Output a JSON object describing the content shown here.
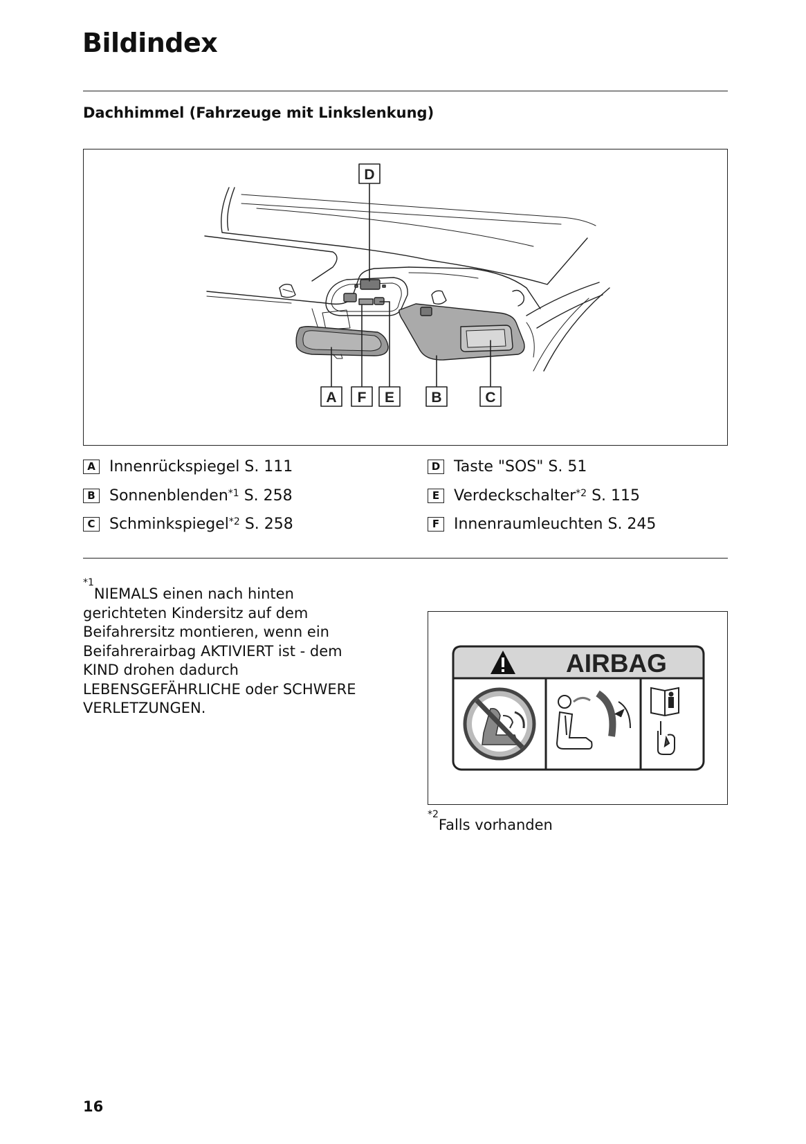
{
  "header": {
    "title": "Bildindex"
  },
  "section": {
    "title": "Dachhimmel (Fahrzeuge mit Linkslenkung)"
  },
  "figure": {
    "callouts": {
      "a": "A",
      "b": "B",
      "c": "C",
      "d": "D",
      "e": "E",
      "f": "F"
    }
  },
  "legend": {
    "left": [
      {
        "key": "A",
        "text": "Innenrückspiegel S. 111",
        "sup": ""
      },
      {
        "key": "B",
        "text": "Sonnenblenden",
        "sup": "*1",
        "page": " S. 258"
      },
      {
        "key": "C",
        "text": "Schminkspiegel",
        "sup": "*2",
        "page": " S. 258"
      }
    ],
    "right": [
      {
        "key": "D",
        "text": "Taste \"SOS\" S. 51",
        "sup": ""
      },
      {
        "key": "E",
        "text": "Verdeckschalter",
        "sup": "*2",
        "page": " S. 115"
      },
      {
        "key": "F",
        "text": "Innenraumleuchten S. 245",
        "sup": ""
      }
    ]
  },
  "footnotes": {
    "note1_marker": "*1",
    "note1_text": "NIEMALS einen nach hinten gerichteten Kindersitz auf dem Beifahrersitz montieren, wenn ein Beifahrerairbag AKTIVIERT ist - dem KIND drohen dadurch LEBENSGEFÄHRLICHE oder SCHWERE VERLETZUNGEN.",
    "note2_marker": "*2",
    "note2_text": "Falls vorhanden"
  },
  "airbag_label": {
    "heading": "AIRBAG"
  },
  "page": {
    "number": "16"
  }
}
